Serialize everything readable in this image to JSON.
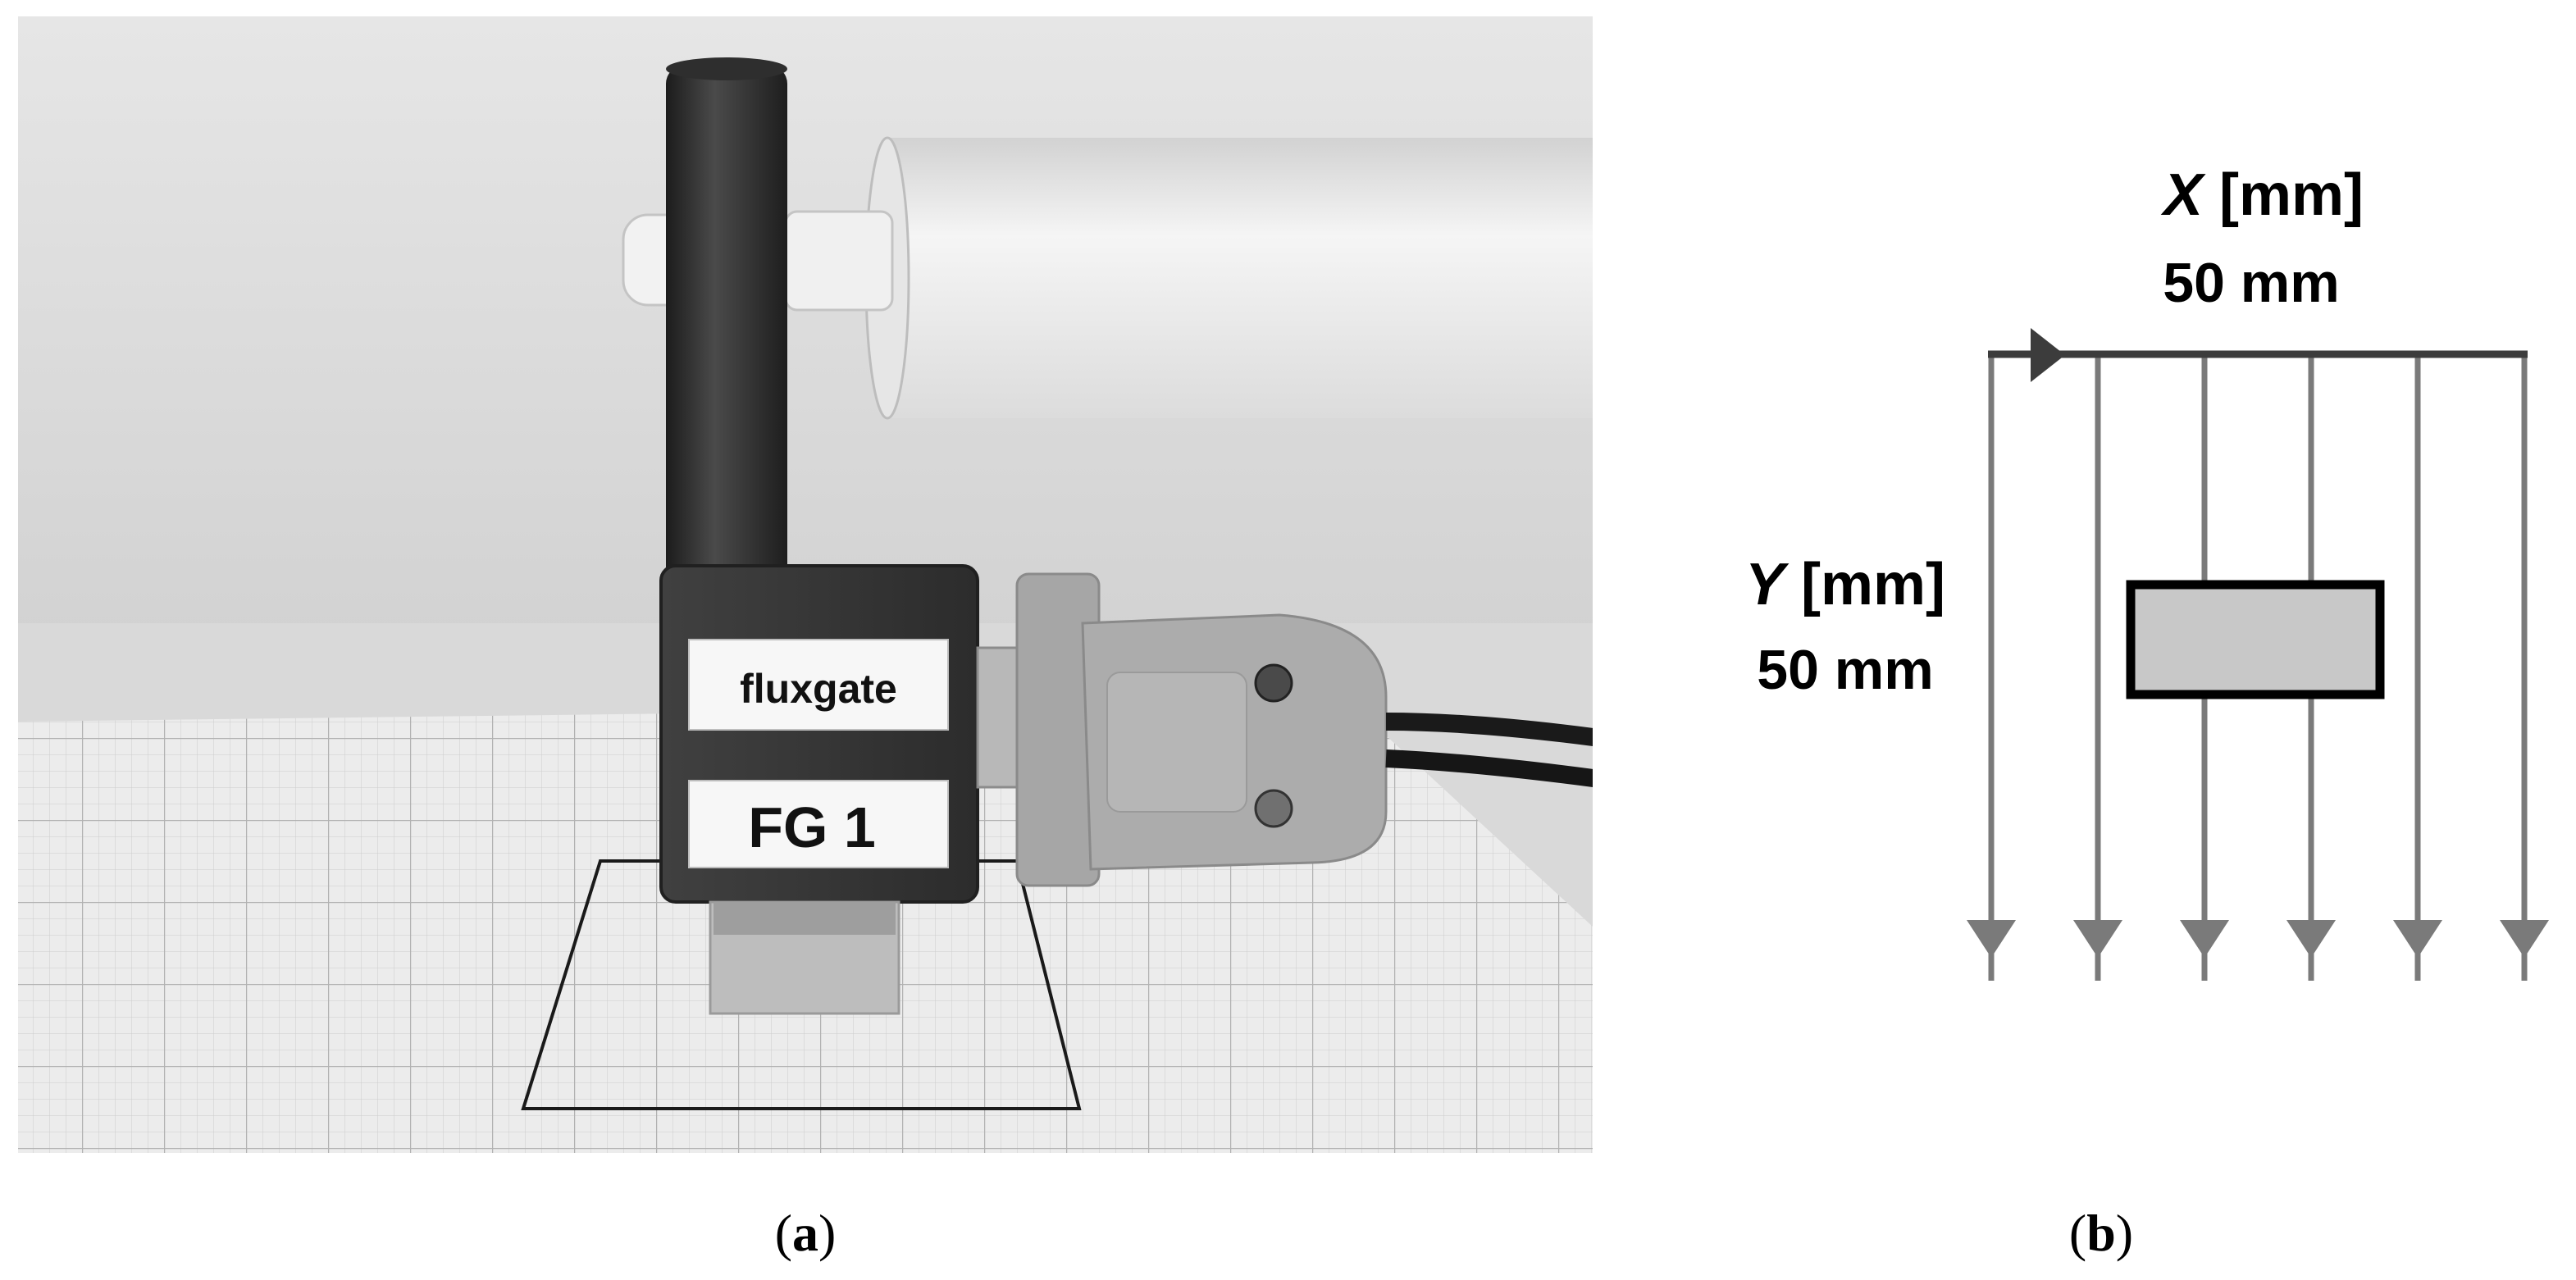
{
  "panel_a": {
    "caption_open": "(",
    "caption_letter": "a",
    "caption_close": ")",
    "label_top": "fluxgate",
    "label_bottom": "FG 1"
  },
  "panel_b": {
    "caption_open": "(",
    "caption_letter": "b",
    "caption_close": ")",
    "x_axis_var": "X",
    "x_axis_unit": " [mm]",
    "x_axis_length": "50 mm",
    "y_axis_var": "Y",
    "y_axis_unit": " [mm]",
    "y_axis_length": "50 mm",
    "scan_line_count": 6
  },
  "colors": {
    "scan_line": "#7a7a7a",
    "top_arrow": "#3c3c3c",
    "sample_fill": "#c8c8c8",
    "sample_stroke": "#000000",
    "photo_background": "#dcdcdc",
    "grid_paper": "#eeeeee",
    "sensor_body": "#3a3a3a",
    "connector": "#a9a9a9"
  }
}
